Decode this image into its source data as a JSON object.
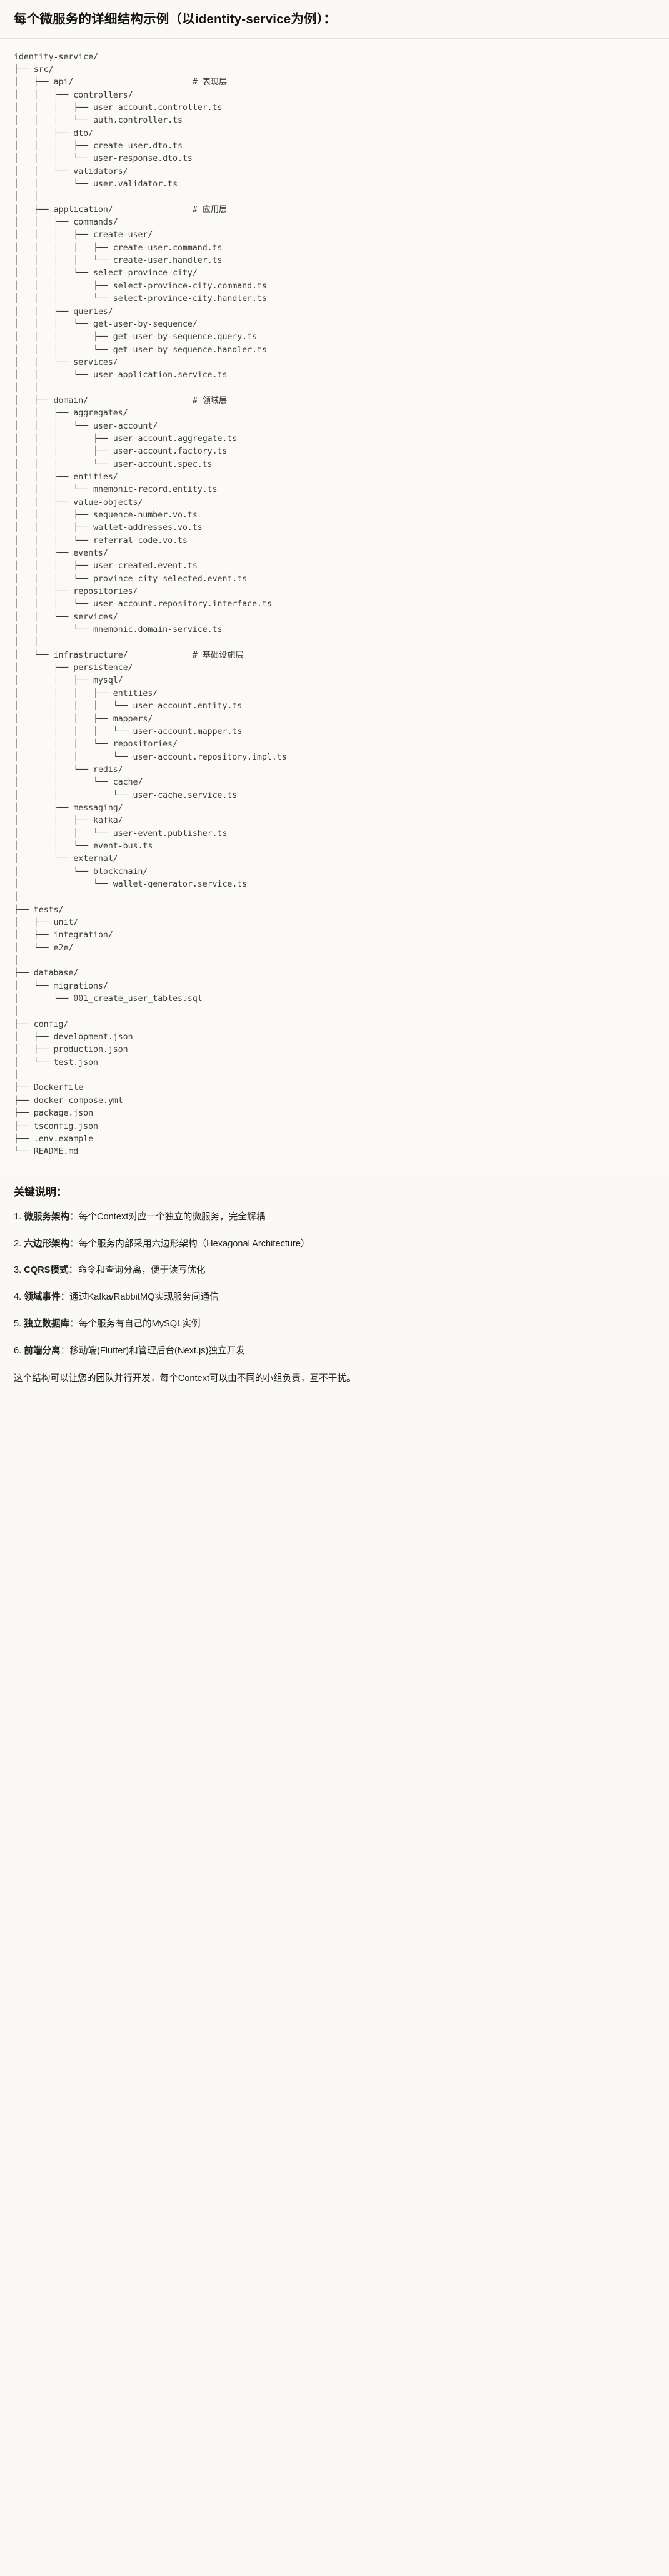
{
  "header": {
    "title": "每个微服务的详细结构示例（以identity-service为例）："
  },
  "tree": {
    "root": "identity-service/",
    "comments": {
      "api": "# 表现层",
      "application": "# 应用层",
      "domain": "# 领域层",
      "infrastructure": "# 基础设施层"
    },
    "text": "identity-service/\n├── src/\n│   ├── api/                        # 表现层\n│   │   ├── controllers/\n│   │   │   ├── user-account.controller.ts\n│   │   │   └── auth.controller.ts\n│   │   ├── dto/\n│   │   │   ├── create-user.dto.ts\n│   │   │   └── user-response.dto.ts\n│   │   └── validators/\n│   │       └── user.validator.ts\n│   │\n│   ├── application/                # 应用层\n│   │   ├── commands/\n│   │   │   ├── create-user/\n│   │   │   │   ├── create-user.command.ts\n│   │   │   │   └── create-user.handler.ts\n│   │   │   └── select-province-city/\n│   │   │       ├── select-province-city.command.ts\n│   │   │       └── select-province-city.handler.ts\n│   │   ├── queries/\n│   │   │   └── get-user-by-sequence/\n│   │   │       ├── get-user-by-sequence.query.ts\n│   │   │       └── get-user-by-sequence.handler.ts\n│   │   └── services/\n│   │       └── user-application.service.ts\n│   │\n│   ├── domain/                     # 领域层\n│   │   ├── aggregates/\n│   │   │   └── user-account/\n│   │   │       ├── user-account.aggregate.ts\n│   │   │       ├── user-account.factory.ts\n│   │   │       └── user-account.spec.ts\n│   │   ├── entities/\n│   │   │   └── mnemonic-record.entity.ts\n│   │   ├── value-objects/\n│   │   │   ├── sequence-number.vo.ts\n│   │   │   ├── wallet-addresses.vo.ts\n│   │   │   └── referral-code.vo.ts\n│   │   ├── events/\n│   │   │   ├── user-created.event.ts\n│   │   │   └── province-city-selected.event.ts\n│   │   ├── repositories/\n│   │   │   └── user-account.repository.interface.ts\n│   │   └── services/\n│   │       └── mnemonic.domain-service.ts\n│   │\n│   └── infrastructure/             # 基础设施层\n│       ├── persistence/\n│       │   ├── mysql/\n│       │   │   ├── entities/\n│       │   │   │   └── user-account.entity.ts\n│       │   │   ├── mappers/\n│       │   │   │   └── user-account.mapper.ts\n│       │   │   └── repositories/\n│       │   │       └── user-account.repository.impl.ts\n│       │   └── redis/\n│       │       └── cache/\n│       │           └── user-cache.service.ts\n│       ├── messaging/\n│       │   ├── kafka/\n│       │   │   └── user-event.publisher.ts\n│       │   └── event-bus.ts\n│       └── external/\n│           └── blockchain/\n│               └── wallet-generator.service.ts\n│\n├── tests/\n│   ├── unit/\n│   ├── integration/\n│   └── e2e/\n│\n├── database/\n│   └── migrations/\n│       └── 001_create_user_tables.sql\n│\n├── config/\n│   ├── development.json\n│   ├── production.json\n│   └── test.json\n│\n├── Dockerfile\n├── docker-compose.yml\n├── package.json\n├── tsconfig.json\n├── .env.example\n└── README.md"
  },
  "notes": {
    "title": "关键说明：",
    "items": [
      {
        "num": "1. ",
        "strong": "微服务架构",
        "rest": "：每个Context对应一个独立的微服务，完全解耦"
      },
      {
        "num": "2. ",
        "strong": "六边形架构",
        "rest": "：每个服务内部采用六边形架构（Hexagonal Architecture）"
      },
      {
        "num": "3. ",
        "strong": "CQRS模式",
        "rest": "：命令和查询分离，便于读写优化"
      },
      {
        "num": "4. ",
        "strong": "领域事件",
        "rest": "：通过Kafka/RabbitMQ实现服务间通信"
      },
      {
        "num": "5. ",
        "strong": "独立数据库",
        "rest": "：每个服务有自己的MySQL实例"
      },
      {
        "num": "6. ",
        "strong": "前端分离",
        "rest": "：移动端(Flutter)和管理后台(Next.js)独立开发"
      }
    ],
    "closing": "这个结构可以让您的团队并行开发，每个Context可以由不同的小组负责，互不干扰。"
  }
}
